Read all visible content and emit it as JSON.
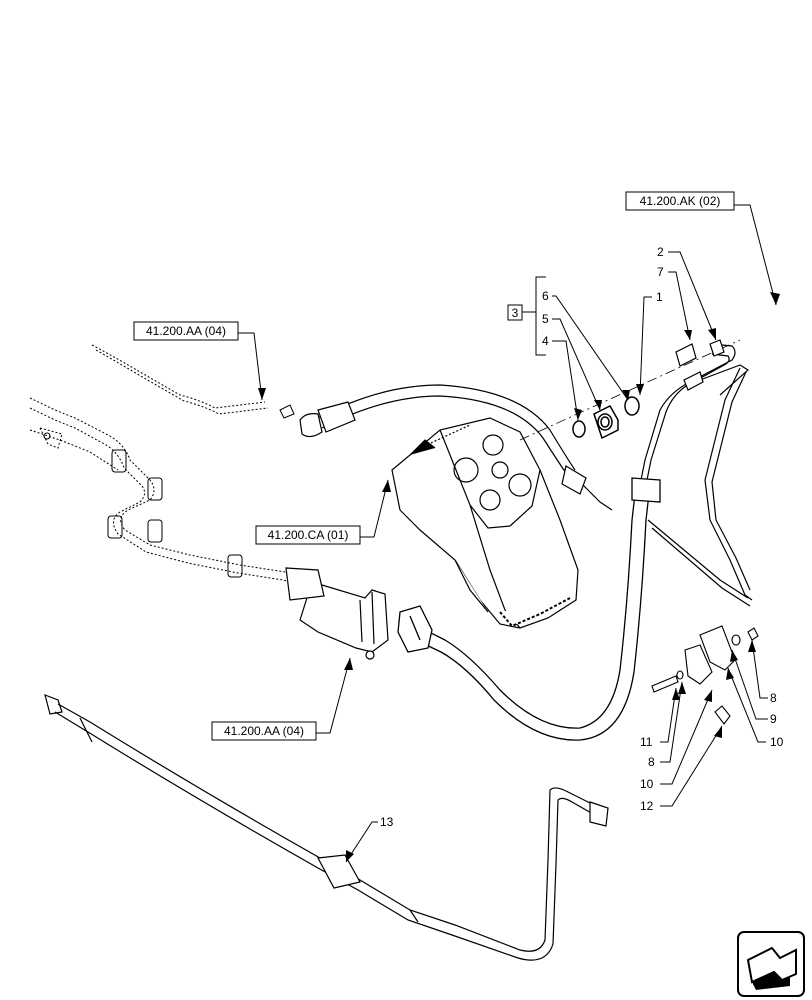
{
  "references": {
    "ak02": "41.200.AK (02)",
    "aa04_top": "41.200.AA (04)",
    "ca01": "41.200.CA (01)",
    "aa04_bottom": "41.200.AA (04)"
  },
  "group_box": "3",
  "callouts": {
    "c1": "1",
    "c2": "2",
    "c4": "4",
    "c5": "5",
    "c6": "6",
    "c7": "7",
    "c8a": "8",
    "c8b": "8",
    "c9": "9",
    "c10a": "10",
    "c10b": "10",
    "c11": "11",
    "c12": "12",
    "c13": "13"
  },
  "nav_icon": "next-page-arrow-icon"
}
